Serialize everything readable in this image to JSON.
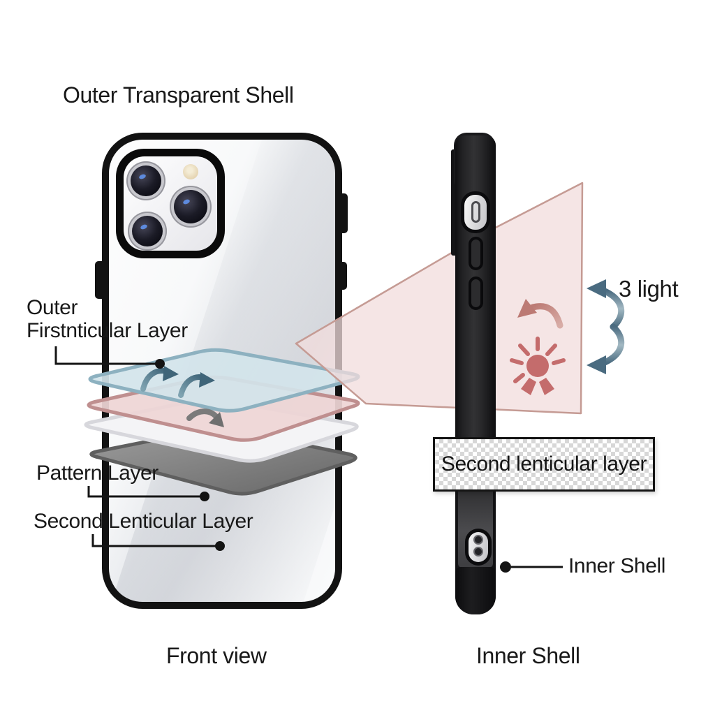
{
  "labels": {
    "outer_shell": "Outer Transparent Shell",
    "first_lenticular_line1": "Outer",
    "first_lenticular_line2": "Firstnticular Layer",
    "pattern_layer": "Pattern Layer",
    "second_lenticular": "Second Lenticular Layer",
    "light": "3 light",
    "second_lenticular_box": "Second lenticular layer",
    "inner_shell_pointer": "Inner Shell",
    "front_view_caption": "Front view",
    "inner_shell_caption": "Inner Shell"
  },
  "colors": {
    "background": "#ffffff",
    "case_black": "#141414",
    "text": "#191919",
    "layer_blue_fill": "#d2e4ea",
    "layer_blue_edge": "#8db1c0",
    "layer_pink_fill": "#eed5d5",
    "layer_pink_edge": "#bf8f8f",
    "layer_white_fill": "#f4f4f6",
    "layer_white_edge": "#d7d7dc",
    "layer_gray_fill": "#828282",
    "layer_gray_edge": "#5f5f5f",
    "light_cone_fill": "#f1dcdc",
    "light_cone_edge": "#c59b94",
    "arrow_teal": "#3f6579",
    "arrow_gray": "#7b7b7b",
    "arrow_pink": "#bc7a74",
    "arrow_steel_blue": "#4a6b80"
  },
  "icons": {
    "camera": "triple-lens-camera-icon",
    "flash": "flash-icon",
    "rotate": "rotate-ccw-arrow-icon",
    "sun": "sunburst-light-icon",
    "light_paths": "double-curved-arrow-icon",
    "refraction": "curved-refraction-arrows-icon"
  }
}
